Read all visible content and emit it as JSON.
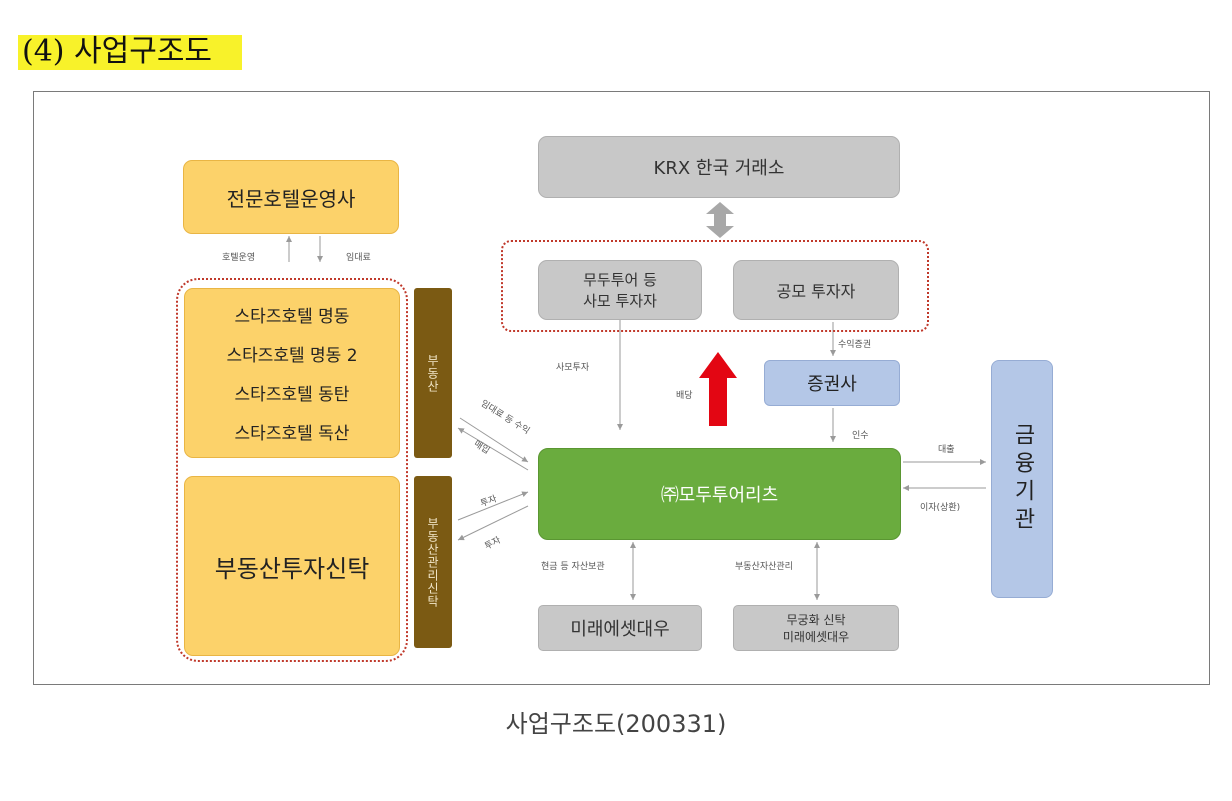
{
  "heading": "(4) 사업구조도",
  "caption": "사업구조도(200331)",
  "diagram": {
    "krx": "KRX 한국 거래소",
    "private_investors_line1": "무두투어 등",
    "private_investors_line2": "사모 투자자",
    "public_investors": "공모 투자자",
    "hotel_operator": "전문호텔운영사",
    "hotels": [
      "스타즈호텔 명동",
      "스타즈호텔 명동 2",
      "스타즈호텔 동탄",
      "스타즈호텔 독산"
    ],
    "trust": "부동산투자신탁",
    "side_realestate": "부동산",
    "side_trust_rights": "부동산관리신탁",
    "securities": "증권사",
    "financial": "금융기관",
    "reit": "㈜모두투어리츠",
    "mirae": "미래에셋대우",
    "mirae2_line1": "무궁화 신탁",
    "mirae2_line2": "미래에셋대우",
    "labels": {
      "hotel_ops": "호텔운영",
      "lease": "임대료",
      "private_invest": "사모투자",
      "dividend": "배당",
      "public_offer": "수익증권",
      "acquire": "인수",
      "loan": "대출",
      "interest": "이자(상환)",
      "rent_income": "임대료 등 수익",
      "buy": "매입",
      "invest": "투자",
      "custody": "현금 등 자산보관",
      "asset_mgmt": "부동산자산관리"
    }
  },
  "colors": {
    "green": "#6aac3e",
    "orange": "#fcd26a",
    "brown": "#7b5a13",
    "blue": "#b4c7e7",
    "red_arrow": "#e30613"
  }
}
